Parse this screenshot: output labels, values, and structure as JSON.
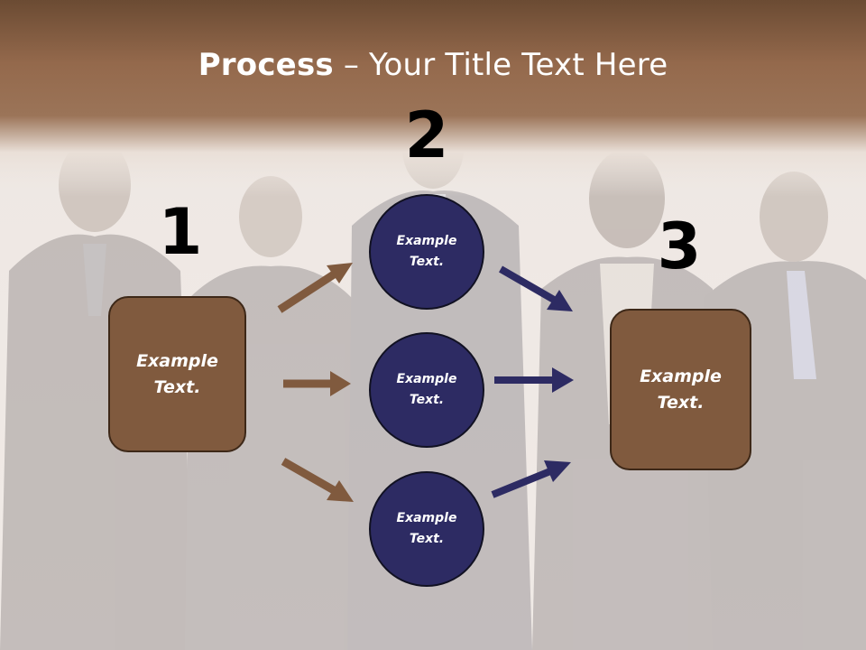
{
  "title": {
    "bold": "Process",
    "rest": " – Your Title Text Here"
  },
  "steps": {
    "one": "1",
    "two": "2",
    "three": "3"
  },
  "left_box": {
    "text": "Example\nText."
  },
  "circles": [
    {
      "text": "Example\nText."
    },
    {
      "text": "Example\nText."
    },
    {
      "text": "Example\nText."
    }
  ],
  "right_box": {
    "text": "Example\nText."
  },
  "colors": {
    "header": "#7a543a",
    "box_fill": "#805a3e",
    "circle_fill": "#2d2b63",
    "arrow_brown": "#805a3e",
    "arrow_navy": "#2d2b63"
  }
}
